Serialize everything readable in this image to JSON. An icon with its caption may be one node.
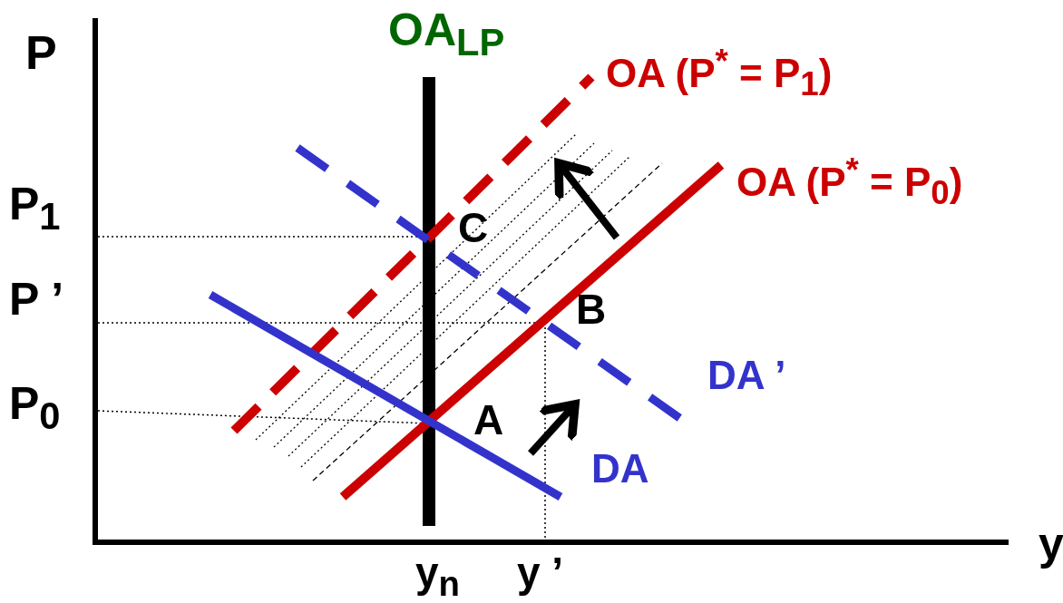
{
  "diagram": {
    "labels": [
      "P",
      "OA$_{LP}$",
      "OA (P$^{*}$ = P$_{1}$)",
      "OA (P$^{*}$ = P$_{0}$)",
      "P$_{1}$",
      "C",
      "P ’",
      "B",
      "DA ’",
      "P$_{0}$",
      "A",
      "DA",
      "y",
      "y$_{n}$",
      "y ’"
    ]
  }
}
